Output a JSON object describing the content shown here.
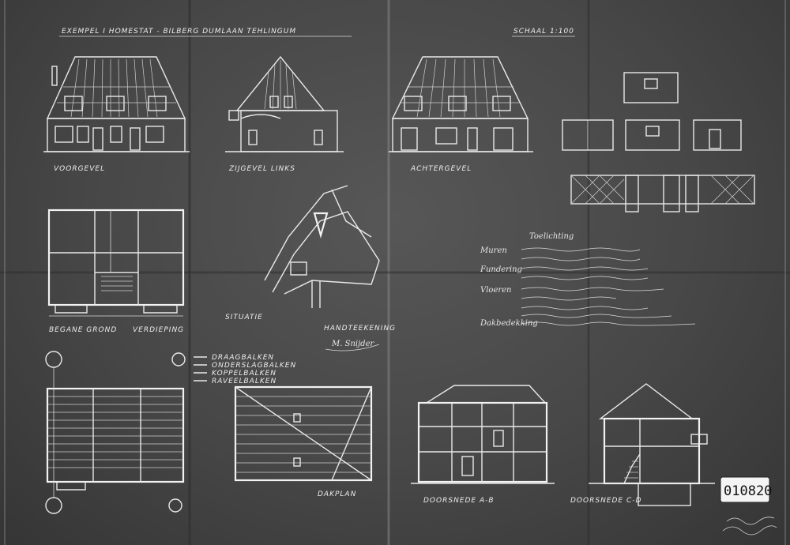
{
  "sheet": {
    "title": "EXEMPEL I HOMESTAT - BILBERG DUMLAAN TEHLINGUM",
    "scale": "SCHAAL 1:100",
    "archive_number": "010820"
  },
  "elevation_labels": [
    "VOORGEVEL",
    "ZIJGEVEL LINKS",
    "ACHTERGEVEL"
  ],
  "plan_labels": {
    "ground_floor": "BEGANE GROND",
    "upper_floor": "VERDIEPING",
    "situation": "SITUATIE",
    "roof_plan": "DAKPLAN",
    "section_ab": "DOORSNEDE A-B",
    "section_cd": "DOORSNEDE C-D"
  },
  "legend_items": [
    "DRAAGBALKEN",
    "ONDERSLAGBALKEN",
    "KOPPELBALKEN",
    "RAVEELBALKEN"
  ],
  "notes": {
    "header": "Toelichting",
    "lines": [
      "Muren",
      "Fundering",
      "Vloeren",
      "Dakbedekking"
    ]
  },
  "signature": "M. Snijder",
  "stamp_label": "HANDTEEKENING"
}
